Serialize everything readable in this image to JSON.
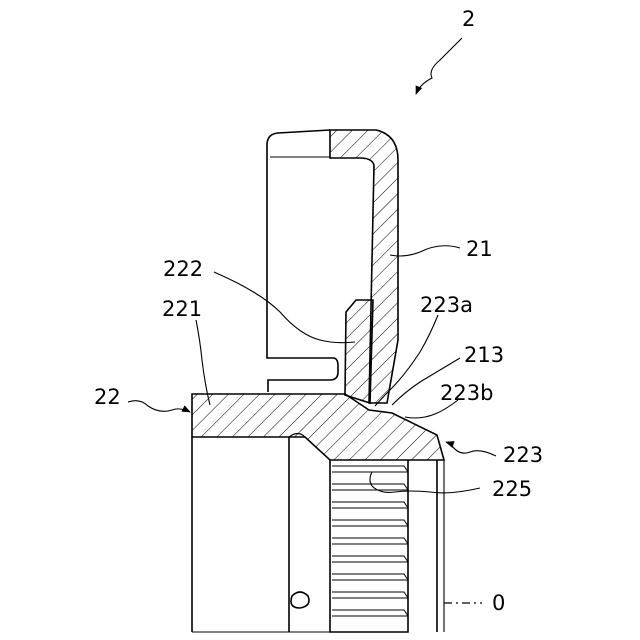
{
  "labels": {
    "assembly": "2",
    "cap": "21",
    "seal_wall": "213",
    "body": "22",
    "flange": "221",
    "inner_rib": "222",
    "outer_lip": "223",
    "lip_face_a": "223a",
    "lip_face_b": "223b",
    "thread": "225",
    "axis": "0"
  }
}
